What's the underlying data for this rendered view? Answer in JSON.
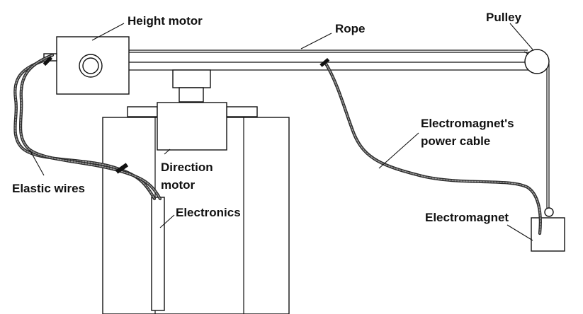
{
  "diagram": {
    "labels": {
      "height_motor": "Height motor",
      "rope": "Rope",
      "pulley": "Pulley",
      "power_cable_line1": "Electromagnet's",
      "power_cable_line2": "power cable",
      "electromagnet": "Electromagnet",
      "elastic_wires": "Elastic wires",
      "direction_motor_line1": "Direction",
      "direction_motor_line2": "motor",
      "electronics": "Electronics"
    }
  }
}
